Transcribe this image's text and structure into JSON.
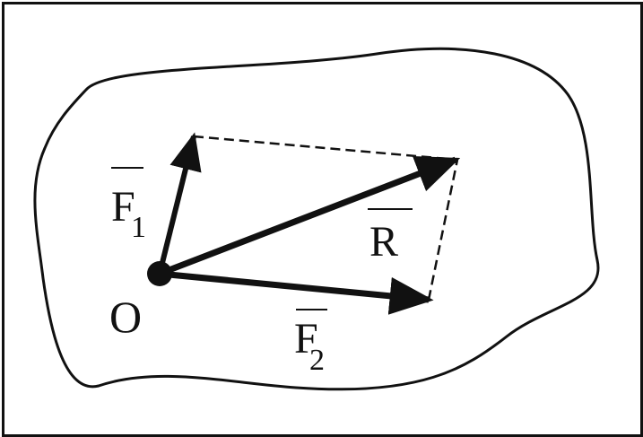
{
  "diagram": {
    "origin_label": "O",
    "vectors": [
      {
        "name": "F",
        "subscript": "1"
      },
      {
        "name": "F",
        "subscript": "2"
      },
      {
        "name": "R",
        "subscript": ""
      }
    ],
    "colors": {
      "stroke": "#111111",
      "background": "#ffffff"
    }
  }
}
